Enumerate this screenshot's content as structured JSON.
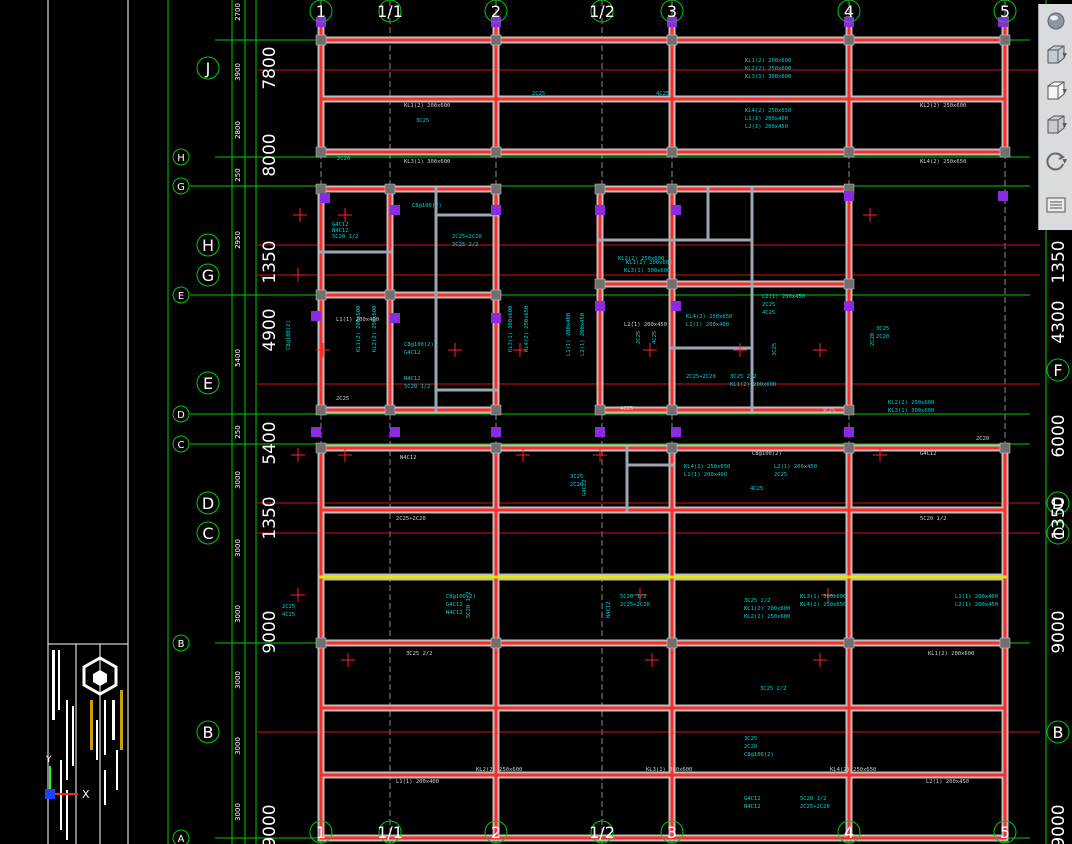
{
  "drawing": {
    "col_labels_top": [
      "1",
      "1/1",
      "2",
      "1/2",
      "3",
      "4",
      "5"
    ],
    "col_labels_bottom": [
      "1",
      "1/1",
      "2",
      "1/2",
      "3",
      "4",
      "5"
    ],
    "row_bubbles_left": [
      "J",
      "H",
      "G",
      "H",
      "G",
      "E",
      "E",
      "D",
      "C",
      "D",
      "C",
      "B",
      "B",
      "A"
    ],
    "row_bubbles_right": [
      "F",
      "D",
      "C",
      "B"
    ],
    "left_dims": [
      "7800",
      "8000",
      "1350",
      "4900",
      "5400",
      "1350",
      "9000",
      "9000"
    ],
    "right_dims": [
      "1350",
      "4300",
      "6000",
      "1350",
      "9000",
      "9000"
    ],
    "small_dims_left": [
      "2700",
      "3900",
      "2800",
      "250",
      "2950",
      "5400",
      "250",
      "3000",
      "3000",
      "3000",
      "3000",
      "3000",
      "3000"
    ],
    "cyan_notes": [
      "KL1(2) 200x600",
      "KL2(2) 250x600",
      "KL3(1) 300x600",
      "KL4(2) 250x650",
      "L1(1) 200x400",
      "L2(1) 200x450",
      "2C25",
      "4C25",
      "3C25",
      "2C20",
      "C8@100(2)",
      "G4C12",
      "N4C12",
      "5C20 1/2",
      "2C25+2C20",
      "3C25 2/2"
    ]
  },
  "toolbar": {
    "buttons": [
      {
        "name": "sphere",
        "label": ""
      },
      {
        "name": "view-3d",
        "label": "3D"
      },
      {
        "name": "view-box",
        "label": ""
      },
      {
        "name": "view-box2",
        "label": ""
      },
      {
        "name": "orbit",
        "label": ""
      },
      {
        "name": "view-list",
        "label": ""
      }
    ]
  },
  "titleblock": {
    "ucs_x": "X",
    "ucs_y": "Y"
  },
  "colors": {
    "beam": "#ff3a3a",
    "beam_outline": "#bdbdbd",
    "grid": "#00cc00",
    "annotation": "#00d2d2",
    "column": "#707070",
    "marker": "#8a2be2"
  }
}
